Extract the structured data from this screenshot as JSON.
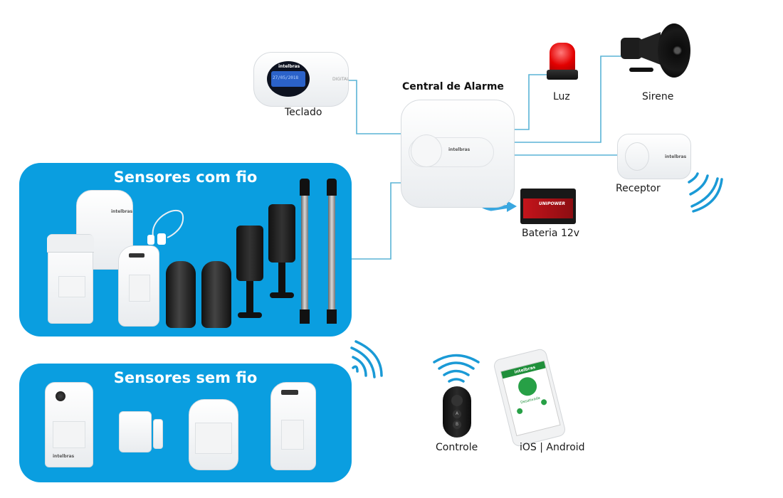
{
  "diagram": {
    "central": {
      "title": "Central de Alarme",
      "brand": "intelbras"
    },
    "keypad": {
      "label": "Teclado",
      "brand": "intelbras",
      "screen_line1": "27/05/2018",
      "side_text": "DIGITAL"
    },
    "light": {
      "label": "Luz"
    },
    "siren": {
      "label": "Sirene"
    },
    "receiver": {
      "label": "Receptor",
      "brand": "intelbras"
    },
    "battery": {
      "label": "Bateria 12v",
      "brand": "UNIPOWER"
    },
    "wired_sensors": {
      "title": "Sensores com fio",
      "brand": "intelbras"
    },
    "wireless_sensors": {
      "title": "Sensores sem fio",
      "brand": "intelbras"
    },
    "remote": {
      "label": "Controle",
      "button_a": "A",
      "button_b": "B"
    },
    "app": {
      "label": "iOS | Android",
      "brand": "intelbras",
      "status": "Desativada"
    },
    "colors": {
      "wire": "#5ab4d6",
      "panel": "#0a9ee0",
      "wireless_waves": "#1a9ad6"
    }
  }
}
